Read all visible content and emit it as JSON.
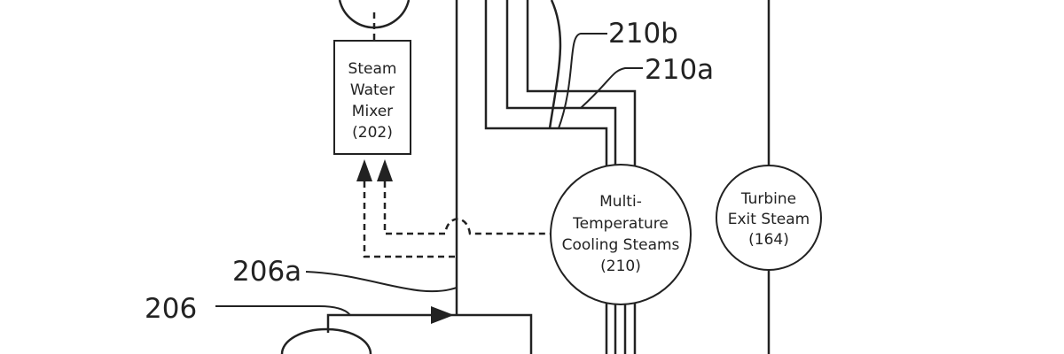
{
  "diagram": {
    "mixer": {
      "lines": [
        "Steam",
        "Water",
        "Mixer",
        "(202)"
      ]
    },
    "cooling_steams": {
      "lines": [
        "Multi-",
        "Temperature",
        "Cooling Steams",
        "(210)"
      ]
    },
    "turbine_exit": {
      "lines": [
        "Turbine",
        "Exit Steam",
        "(164)"
      ]
    },
    "reference_labels": {
      "r210b": "210b",
      "r210a": "210a",
      "r206a": "206a",
      "r206": "206"
    }
  }
}
